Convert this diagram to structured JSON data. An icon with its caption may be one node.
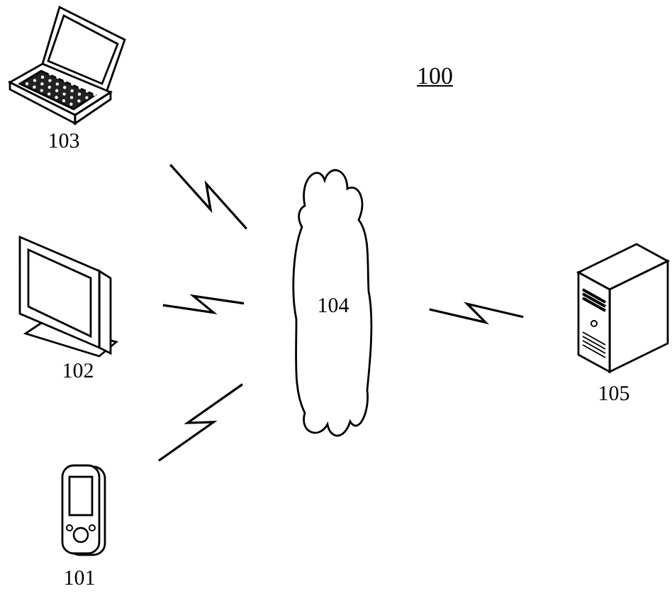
{
  "diagram": {
    "nodes": [
      {
        "text": [
          "103"
        ]
      },
      {
        "text": [
          "104"
        ]
      },
      {
        "text": [
          "102"
        ]
      },
      {
        "text": [
          "105"
        ]
      },
      {
        "text": [
          "101"
        ]
      }
    ],
    "edges": [
      {
        "from": 0,
        "to": 1,
        "arrow": "none"
      },
      {
        "from": 2,
        "to": 1,
        "arrow": "none"
      },
      {
        "from": 4,
        "to": 1,
        "arrow": "none"
      },
      {
        "from": 1,
        "to": 3,
        "arrow": "none"
      }
    ],
    "labels": [
      "100"
    ]
  }
}
